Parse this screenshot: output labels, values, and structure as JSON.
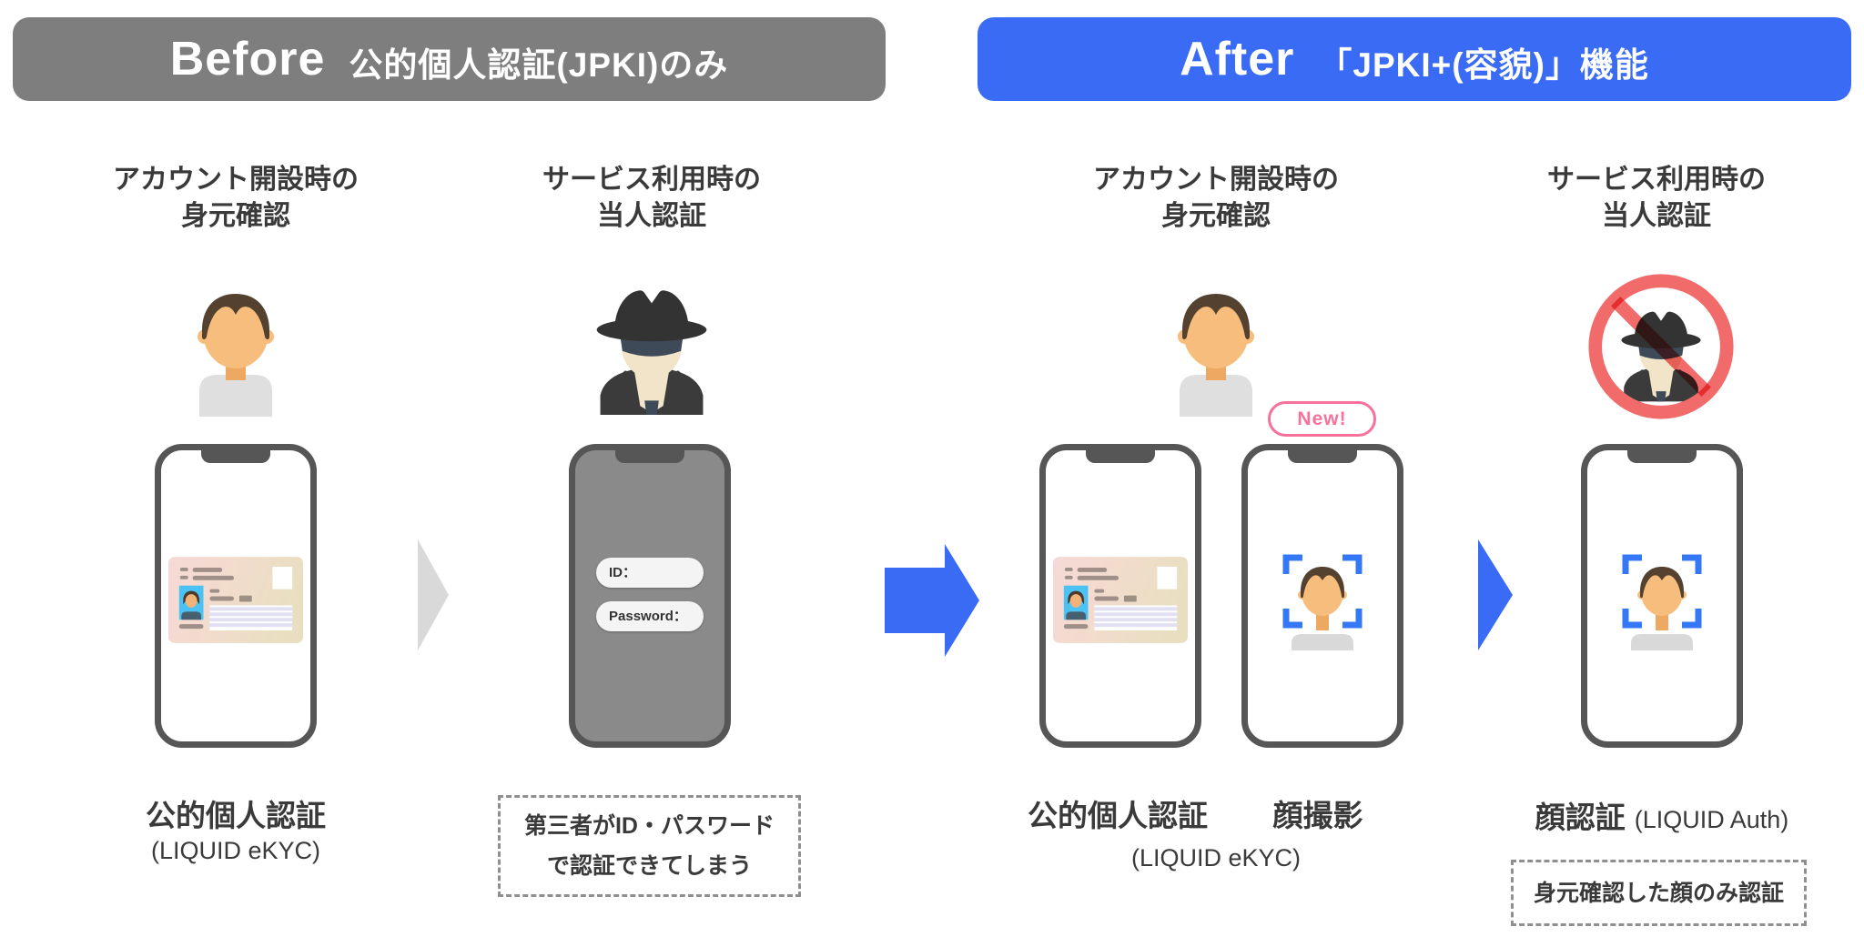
{
  "before": {
    "header": {
      "title_en": "Before",
      "title_ja": "公的個人認証(JPKI)のみ",
      "bg": "#7E7E7E"
    },
    "identity": {
      "heading1": "アカウント開設時の",
      "heading2": "身元確認",
      "label": "公的個人認証",
      "sublabel": "(LIQUID eKYC)"
    },
    "auth": {
      "heading1": "サービス利用時の",
      "heading2": "当人認証",
      "id_field": "ID：",
      "password_field": "Password：",
      "note1": "第三者がID・パスワード",
      "note2": "で認証できてしまう"
    }
  },
  "after": {
    "header": {
      "title_en": "After",
      "title_ja": "「JPKI+(容貌)」機能",
      "bg": "#3A6BF5"
    },
    "identity": {
      "heading1": "アカウント開設時の",
      "heading2": "身元確認",
      "badge": "New!",
      "label_jpki": "公的個人認証",
      "label_face": "顔撮影",
      "sublabel": "(LIQUID eKYC)"
    },
    "auth": {
      "heading1": "サービス利用時の",
      "heading2": "当人認証",
      "label": "顔認証",
      "sublabel": "(LIQUID Auth)",
      "note": "身元確認した顔のみ認証"
    }
  },
  "colors": {
    "before_header_bg": "#7E7E7E",
    "after_header_bg": "#3A6BF5",
    "arrow_gray": "#D9D9D9",
    "arrow_blue": "#3A6BF5",
    "badge_pink": "#F8719A",
    "prohibition_red": "#F26B6B",
    "face_bracket_blue": "#3478F6",
    "phone_frame": "#565656",
    "text_dark": "#3A3A3A"
  }
}
